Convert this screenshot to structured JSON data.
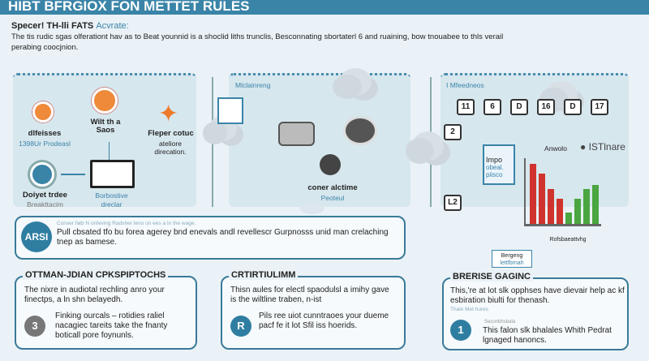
{
  "header": {
    "title": "HIBT BFRGIOX FON METTET RULES"
  },
  "intro": {
    "heading": "Specer! TH-lli FATS",
    "heading_accent": "Acvrate:",
    "body": "The tis rudic sgas olferationt hav as to Beat younnid is a shoclid liths trunclis, Besconnating sbortaterl 6 and ruaining, bow tnouabee to thls verail perabing coocjnion."
  },
  "left_panel": {
    "item1_title": "dlfeisses",
    "item1_sub": "1398Ur Prodeasl",
    "item2_title": "Wilt th a Saos",
    "item3_title": "Fleper cotuc",
    "item3_sub": "ateliore direcation.",
    "item4_title": "Doiyet trdee",
    "item4_sub": "Breakttacim",
    "item5_title": "Borbostive",
    "item5_sub": "dreclar"
  },
  "middle_panel": {
    "label": "Mlclainreng",
    "caption_title": "coner alctime",
    "caption_sub": "Peoteul"
  },
  "right_panel": {
    "label": "I Mfeedneos",
    "tags": [
      "11",
      "6",
      "D",
      "16",
      "D",
      "17"
    ],
    "side_tags": [
      "2",
      "L2"
    ],
    "bottle_text1": "Impo",
    "bottle_text2": "obeal. piisco",
    "chart_title": "Anwolo",
    "brand": "ISTlnare",
    "chart_xlabel": "Rofsbaeattvhg",
    "note1": "Bergeng",
    "note2": "lettfbrnah"
  },
  "mini_chart": {
    "type": "bar",
    "series": [
      {
        "name": "red",
        "color": "#d0332d",
        "values": [
          62,
          52,
          36,
          26
        ]
      },
      {
        "name": "green",
        "color": "#4aa640",
        "values": [
          12,
          26,
          36,
          40
        ]
      }
    ]
  },
  "banner": {
    "badge": "ARSI",
    "small": "Conser fatb N onfeving Radsher teno on ees a In the wage.",
    "text": "Pull cbsated tfo bu forea agerey bnd enevals andl revellescr Gurpnosss unid man crelaching tnep as bamese."
  },
  "box1": {
    "title": "OTTMAN-JDIAN CPKSPIPTOCHS",
    "text": "The nixre in audiotal rechling anro your finectps, a ln shn belayedh.",
    "num": "3",
    "step": "Finking ourcals – rotidies raliel nacagiec tareits take the fnanty boticall pore foynunls."
  },
  "box2": {
    "title": "CRTIRTIULIMM",
    "text": "Thisn aules for electl spaodulsl a imihy gave is the wiltline traben, n-ist",
    "num": "R",
    "step": "Pils ree uiot cunntraoes your dueme pacf fe it lot Sfil iss hoerids."
  },
  "box3": {
    "title": "BRERISE GAGINC",
    "text": "This,'re at lot slk opphses have dievair help ac kf esbiration biulti for thenash.",
    "small": "Thain Met hures",
    "small2": "Seconbhsbata",
    "num": "1",
    "step": "This falon slk bhalales Whith Pedrat lgnaged hanoncs."
  }
}
